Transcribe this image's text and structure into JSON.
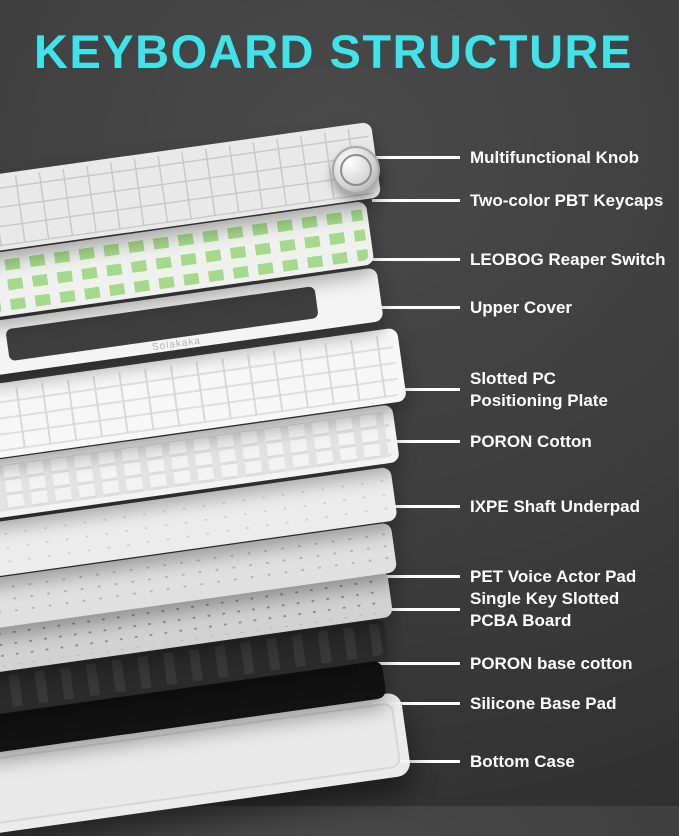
{
  "page": {
    "title": "KEYBOARD STRUCTURE",
    "accent_color": "#3EE4EA",
    "background_color": "#3E3E3E",
    "text_color": "#FFFFFF"
  },
  "diagram": {
    "brand": "Solakaka",
    "switch_color": "#A5D98B",
    "layers": [
      "knob",
      "keycaps",
      "switches",
      "upper-cover",
      "positioning-plate",
      "poron-cotton",
      "ixpe-underpad",
      "pet-pad",
      "pcba",
      "poron-base",
      "silicone-pad",
      "bottom-case"
    ]
  },
  "callouts": [
    {
      "id": "multifunctional-knob",
      "text": "Multifunctional Knob"
    },
    {
      "id": "pbt-keycaps",
      "text": "Two-color PBT Keycaps"
    },
    {
      "id": "reaper-switch",
      "text": "LEOBOG Reaper Switch"
    },
    {
      "id": "upper-cover",
      "text": "Upper Cover"
    },
    {
      "id": "positioning-plate",
      "text": "Slotted PC\nPositioning Plate"
    },
    {
      "id": "poron-cotton",
      "text": "PORON Cotton"
    },
    {
      "id": "ixpe-underpad",
      "text": "IXPE Shaft Underpad"
    },
    {
      "id": "pet-pad",
      "text": "PET Voice Actor Pad"
    },
    {
      "id": "pcba-board",
      "text": "Single Key Slotted\nPCBA Board"
    },
    {
      "id": "poron-base",
      "text": "PORON base cotton"
    },
    {
      "id": "silicone-pad",
      "text": "Silicone Base Pad"
    },
    {
      "id": "bottom-case",
      "text": "Bottom Case"
    }
  ]
}
